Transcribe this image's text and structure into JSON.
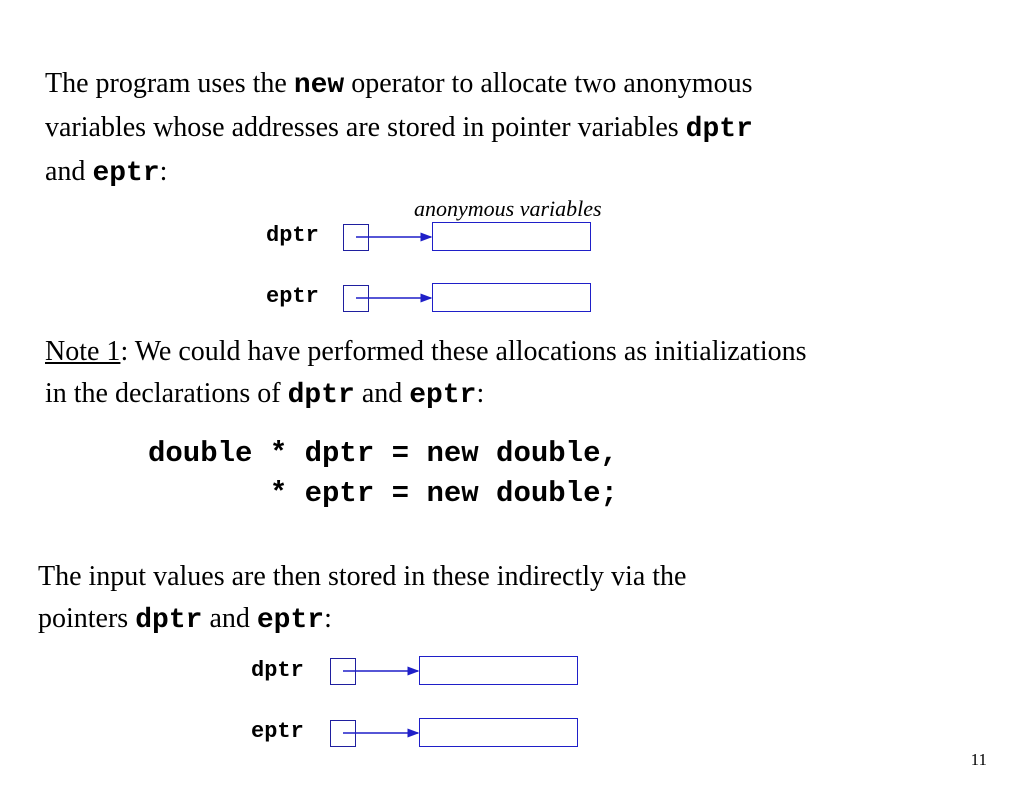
{
  "paragraph1": {
    "line1_a": "The program uses the ",
    "line1_code": "new",
    "line1_b": " operator to allocate two anonymous",
    "line2_a": "variables whose addresses are stored in pointer variables ",
    "line2_code": "dptr",
    "line3_a": "and ",
    "line3_code": "eptr",
    "line3_b": ":"
  },
  "diagram_top": {
    "caption": "anonymous variables",
    "pointer1_label": "dptr",
    "pointer2_label": "eptr"
  },
  "note1": {
    "label": "Note 1",
    "line1_a": ":  We could have performed these allocations as initializations",
    "line2_a": "in the declarations of ",
    "line2_code1": "dptr",
    "line2_mid": " and ",
    "line2_code2": "eptr",
    "line2_end": ":"
  },
  "code": {
    "line1": "double * dptr = new double,",
    "line2": "       * eptr = new double;"
  },
  "paragraph3": {
    "line1": "The input values are then stored in these indirectly via the",
    "line2_a": "pointers ",
    "line2_code1": "dptr",
    "line2_mid": " and ",
    "line2_code2": "eptr",
    "line2_end": ":"
  },
  "diagram_bottom": {
    "pointer1_label": "dptr",
    "pointer2_label": "eptr"
  },
  "page_number": "11",
  "colors": {
    "box_border": "#1f1fc8",
    "arrow": "#1f1fc8"
  }
}
